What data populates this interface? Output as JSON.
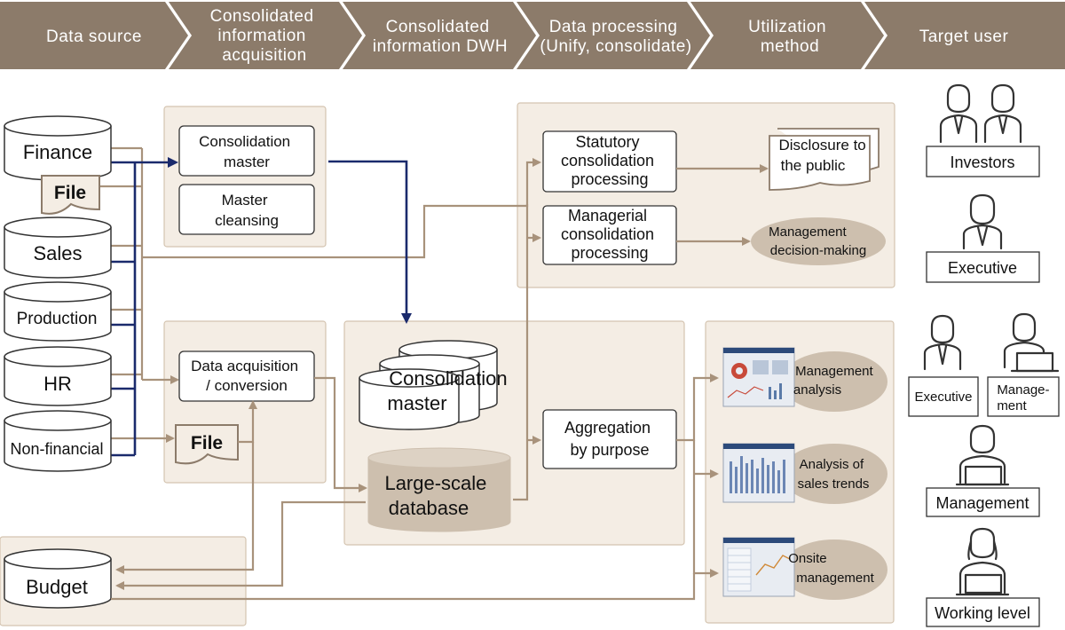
{
  "stages": [
    {
      "lines": [
        "Data source"
      ]
    },
    {
      "lines": [
        "Consolidated",
        "information",
        "acquisition"
      ]
    },
    {
      "lines": [
        "Consolidated",
        "information DWH"
      ]
    },
    {
      "lines": [
        "Data processing",
        "(Unify, consolidate)"
      ]
    },
    {
      "lines": [
        "Utilization",
        "method"
      ]
    },
    {
      "lines": [
        "Target user"
      ]
    }
  ],
  "sources": {
    "finance": "Finance",
    "file1": "File",
    "sales": "Sales",
    "production": "Production",
    "hr": "HR",
    "nonfinancial": "Non-financial",
    "budget": "Budget"
  },
  "acquisition": {
    "consolidation_master": [
      "Consolidation",
      "master"
    ],
    "master_cleansing": [
      "Master",
      "cleansing"
    ],
    "data_acquisition": [
      "Data acquisition",
      "/ conversion"
    ],
    "file2": "File"
  },
  "dwh": {
    "consolidation_master": [
      "Consolidation",
      "master"
    ],
    "large_db": [
      "Large-scale",
      "database"
    ]
  },
  "processing": {
    "statutory": [
      "Statutory",
      "consolidation",
      "processing"
    ],
    "managerial": [
      "Managerial",
      "consolidation",
      "processing"
    ],
    "aggregation": [
      "Aggregation",
      "by purpose"
    ]
  },
  "utilization": {
    "disclosure": [
      "Disclosure to",
      "the public"
    ],
    "decision": [
      "Management",
      "decision-making"
    ],
    "mgmt_analysis": [
      "Management",
      "analysis"
    ],
    "sales_trends": [
      "Analysis of",
      "sales trends"
    ],
    "onsite": [
      "Onsite",
      "management"
    ]
  },
  "users": {
    "investors": "Investors",
    "executive1": "Executive",
    "executive2": "Executive",
    "management_small": [
      "Manage-",
      "ment"
    ],
    "management": "Management",
    "working": "Working level"
  },
  "colors": {
    "stage": "#8c7b6a",
    "panel": "#f4ede4",
    "flow_brown": "#a8927b",
    "flow_navy": "#1a2a6c",
    "utilization_ellipse": "#cdbfae"
  }
}
